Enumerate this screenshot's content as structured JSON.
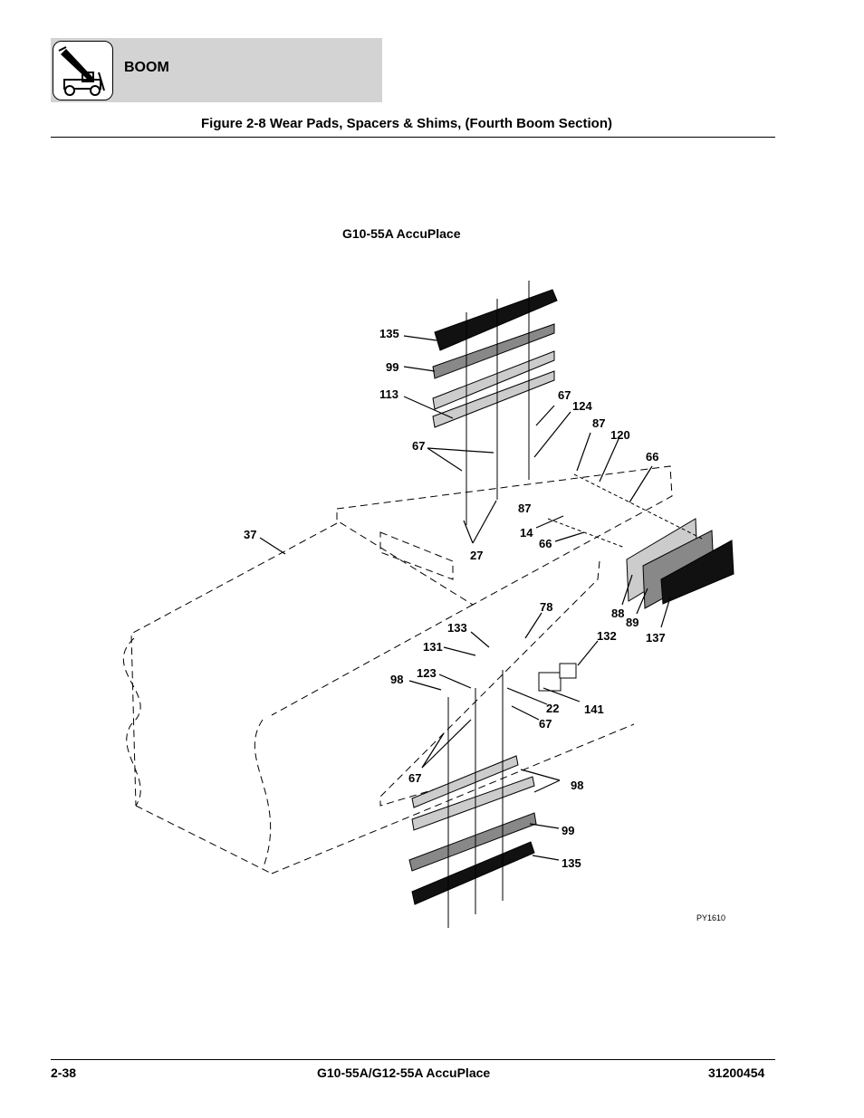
{
  "header": {
    "section": "BOOM",
    "logo_icon": "boom-machine-icon"
  },
  "figure_title": "Figure 2-8 Wear Pads, Spacers & Shims, (Fourth Boom Section)",
  "model_title": "G10-55A AccuPlace",
  "diagram": {
    "labels": [
      "135",
      "99",
      "113",
      "67",
      "124",
      "87",
      "120",
      "66",
      "67",
      "37",
      "87",
      "14",
      "66",
      "27",
      "78",
      "133",
      "131",
      "132",
      "98",
      "123",
      "88",
      "89",
      "137",
      "22",
      "141",
      "67",
      "67",
      "98",
      "99",
      "135"
    ],
    "drawing_id": "PY1610"
  },
  "footer": {
    "page": "2-38",
    "model": "G10-55A/G12-55A AccuPlace",
    "doc_number": "31200454"
  }
}
